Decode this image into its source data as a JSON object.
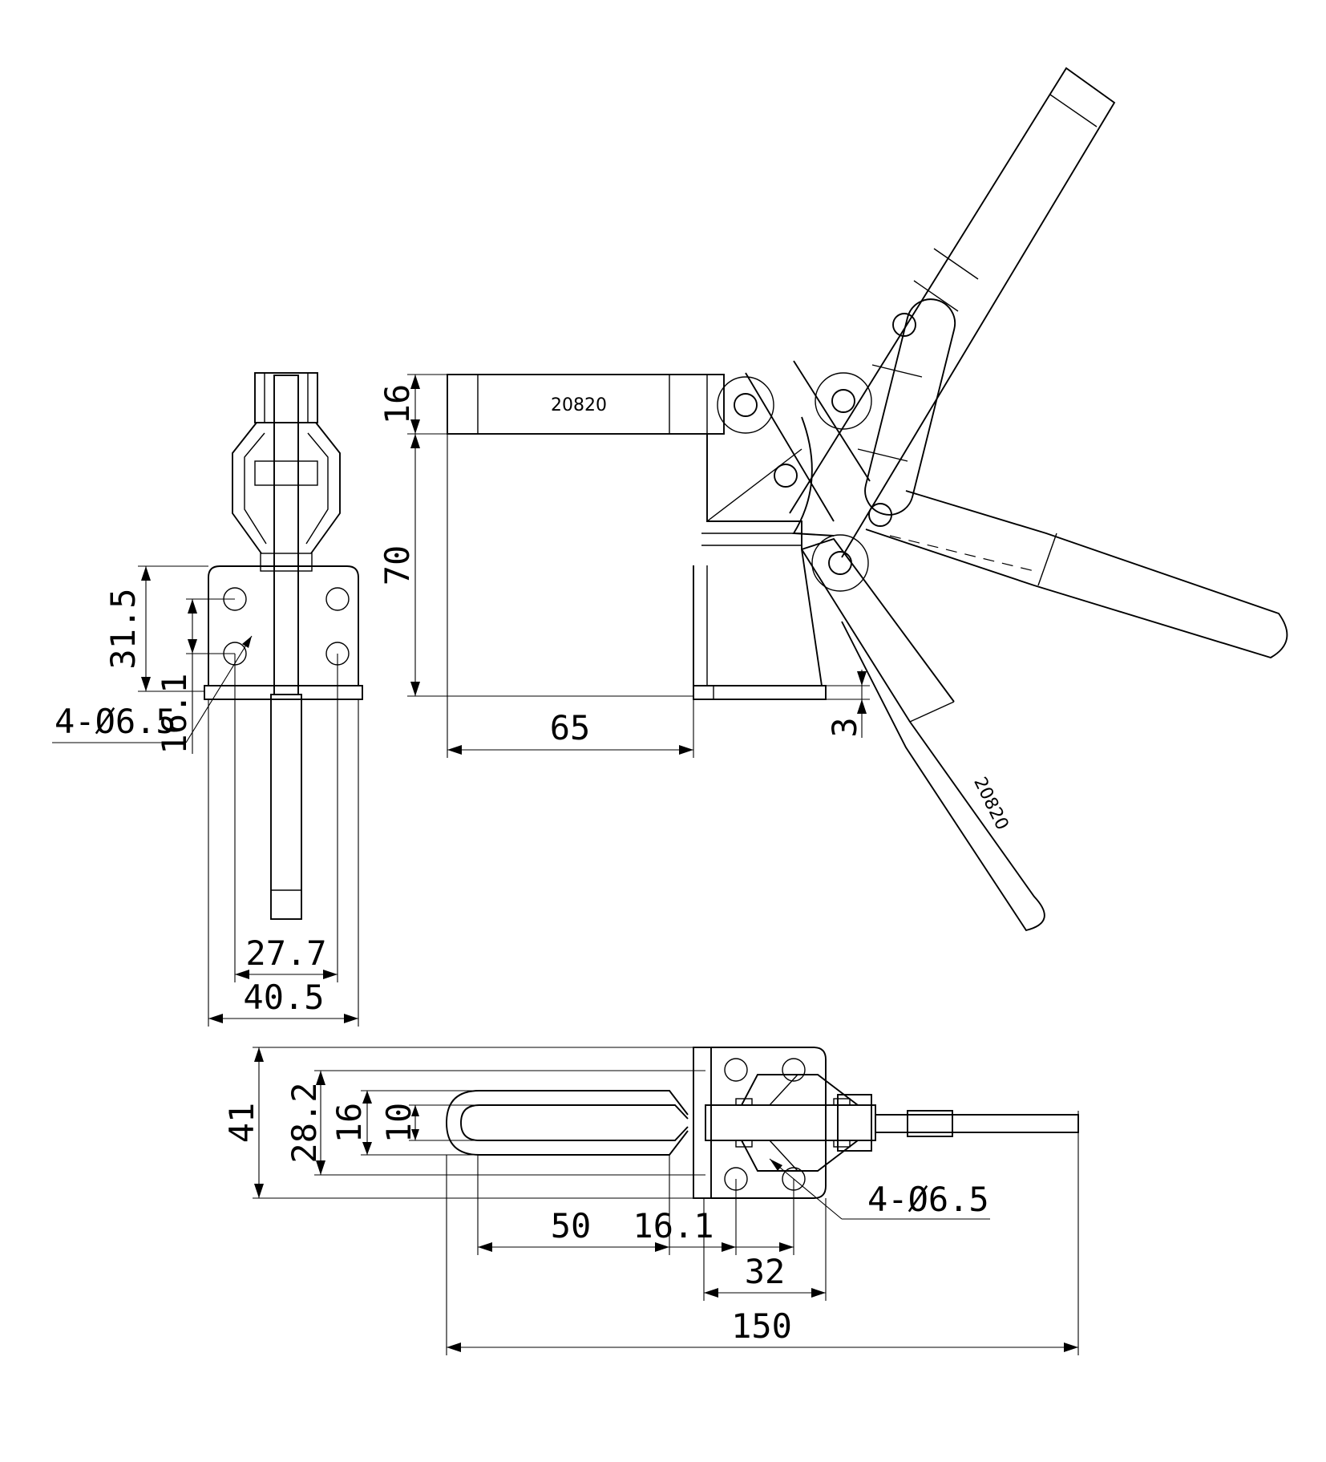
{
  "part_number": "20820",
  "dimensions": {
    "bar_thickness": "16",
    "height": "70",
    "base_length": "65",
    "base_thickness": "3",
    "hole_spacing_vertical": "31.5",
    "hole_offset": "16.1",
    "hole_callout_side": "4-Ø6.5",
    "hole_spacing_horizontal": "27.7",
    "base_width": "40.5",
    "overall_width": "41",
    "u_bar_width": "28.2",
    "u_bar_inner": "16",
    "u_bar_slot": "10",
    "slot_length": "50",
    "base_offset": "16.1",
    "base_width_plan": "32",
    "overall_length": "150",
    "hole_callout_plan": "4-Ø6.5"
  }
}
